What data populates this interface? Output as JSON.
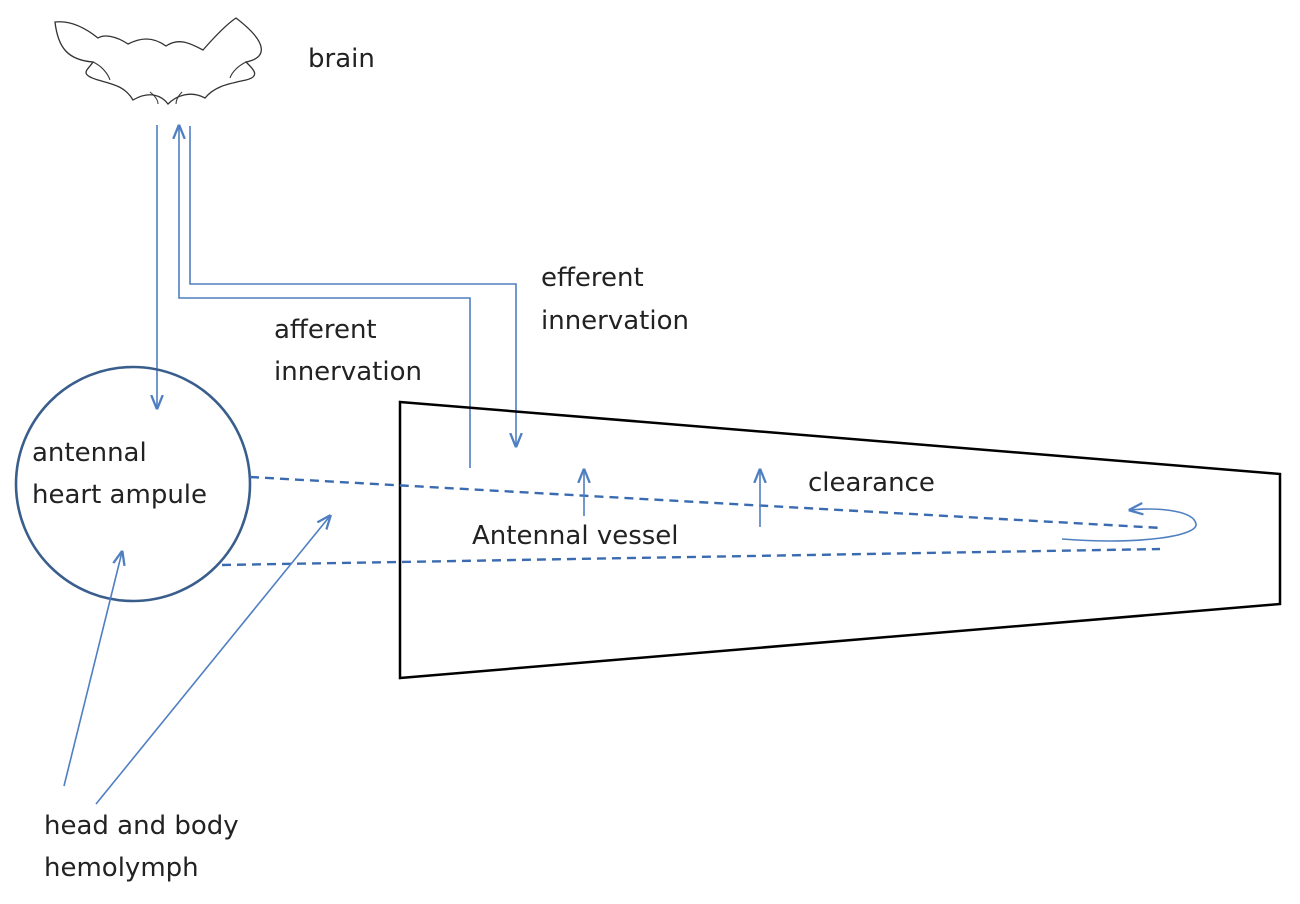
{
  "diagram": {
    "labels": {
      "brain": "brain",
      "efferent": [
        "efferent",
        "innervation"
      ],
      "afferent": [
        "afferent",
        "innervation"
      ],
      "ampule": [
        "antennal",
        "heart ampule"
      ],
      "clearance": "clearance",
      "vessel": "Antennal vessel",
      "hemolymph": [
        "head and body",
        "hemolymph"
      ]
    },
    "colors": {
      "nerve": "#4f7fc1",
      "vessel": "#3a6bb0",
      "circle": "#3a5e8c",
      "antenna": "#000000",
      "brain": "#333333",
      "text": "#222222"
    }
  }
}
